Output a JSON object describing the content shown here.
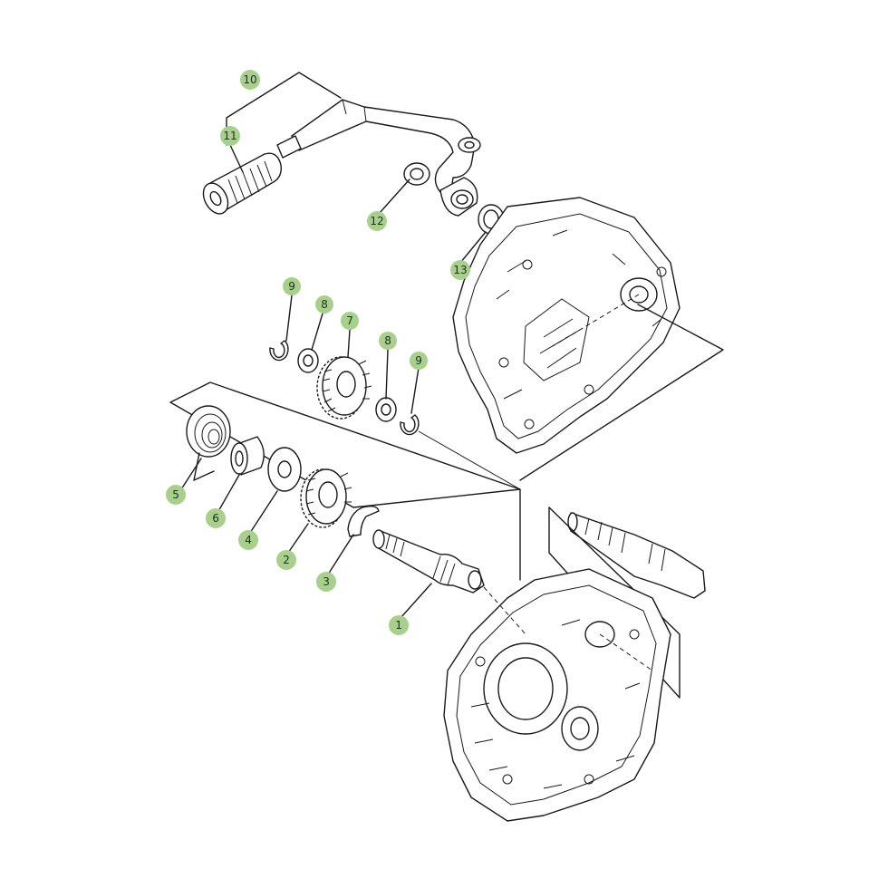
{
  "colors": {
    "callout_fill": "#a8d08d",
    "line": "#1a1a1a",
    "background": "#ffffff"
  },
  "callouts": [
    {
      "id": "c10",
      "label": "10"
    },
    {
      "id": "c11",
      "label": "11"
    },
    {
      "id": "c12",
      "label": "12"
    },
    {
      "id": "c13",
      "label": "13"
    },
    {
      "id": "c9a",
      "label": "9"
    },
    {
      "id": "c8a",
      "label": "8"
    },
    {
      "id": "c7",
      "label": "7"
    },
    {
      "id": "c8b",
      "label": "8"
    },
    {
      "id": "c9b",
      "label": "9"
    },
    {
      "id": "c5",
      "label": "5"
    },
    {
      "id": "c6",
      "label": "6"
    },
    {
      "id": "c4",
      "label": "4"
    },
    {
      "id": "c2",
      "label": "2"
    },
    {
      "id": "c3",
      "label": "3"
    },
    {
      "id": "c1",
      "label": "1"
    }
  ]
}
